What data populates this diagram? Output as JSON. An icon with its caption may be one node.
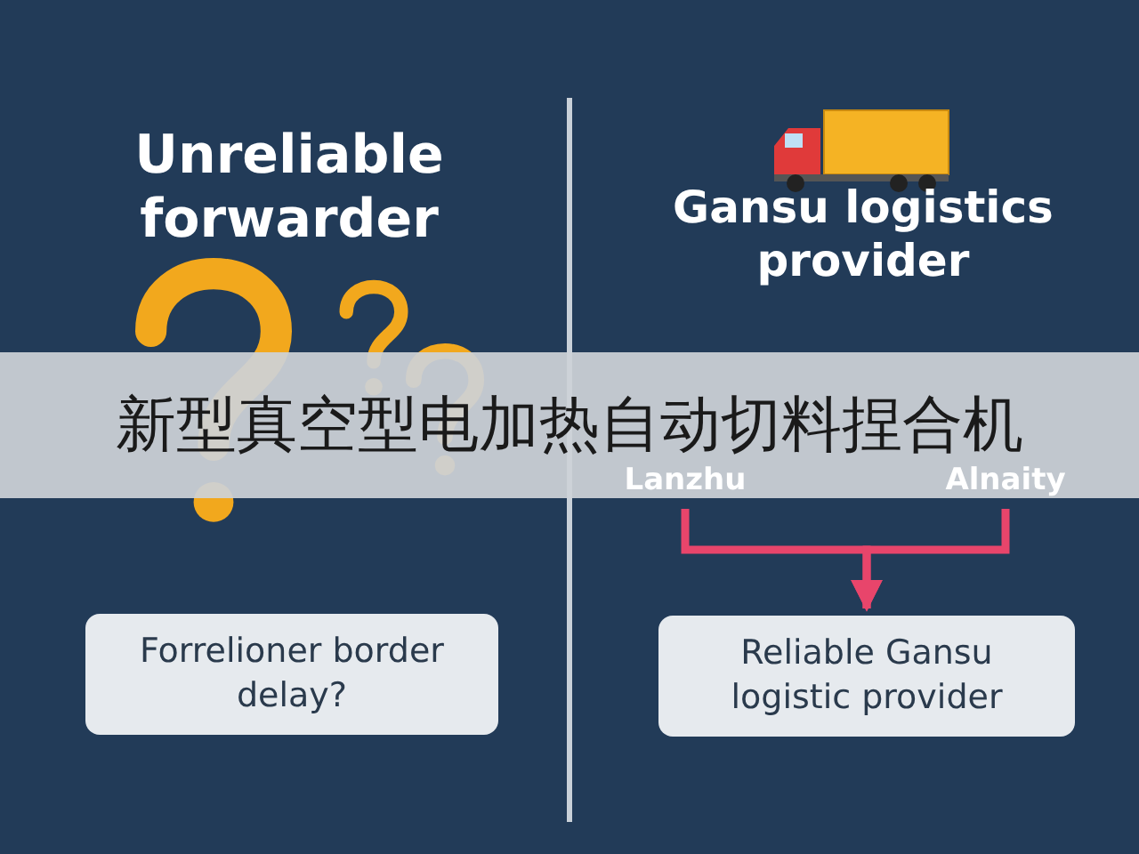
{
  "diagram": {
    "nodes": [
      {
        "text": [
          "Lanzhu"
        ]
      },
      {
        "text": [
          "Alnaity"
        ]
      },
      {
        "text": [
          "Forrelioner border delay?"
        ]
      },
      {
        "text": [
          "Reliable Gansu logistic provider"
        ]
      }
    ],
    "edges": [
      {
        "from": 0,
        "to": 3,
        "arrow": "to"
      },
      {
        "from": 1,
        "to": 3,
        "arrow": "to"
      }
    ],
    "labels": [
      "Unreliable forwarder",
      "Gansu logistics provider",
      "新型真空型电加热自动切料捏合机"
    ]
  }
}
